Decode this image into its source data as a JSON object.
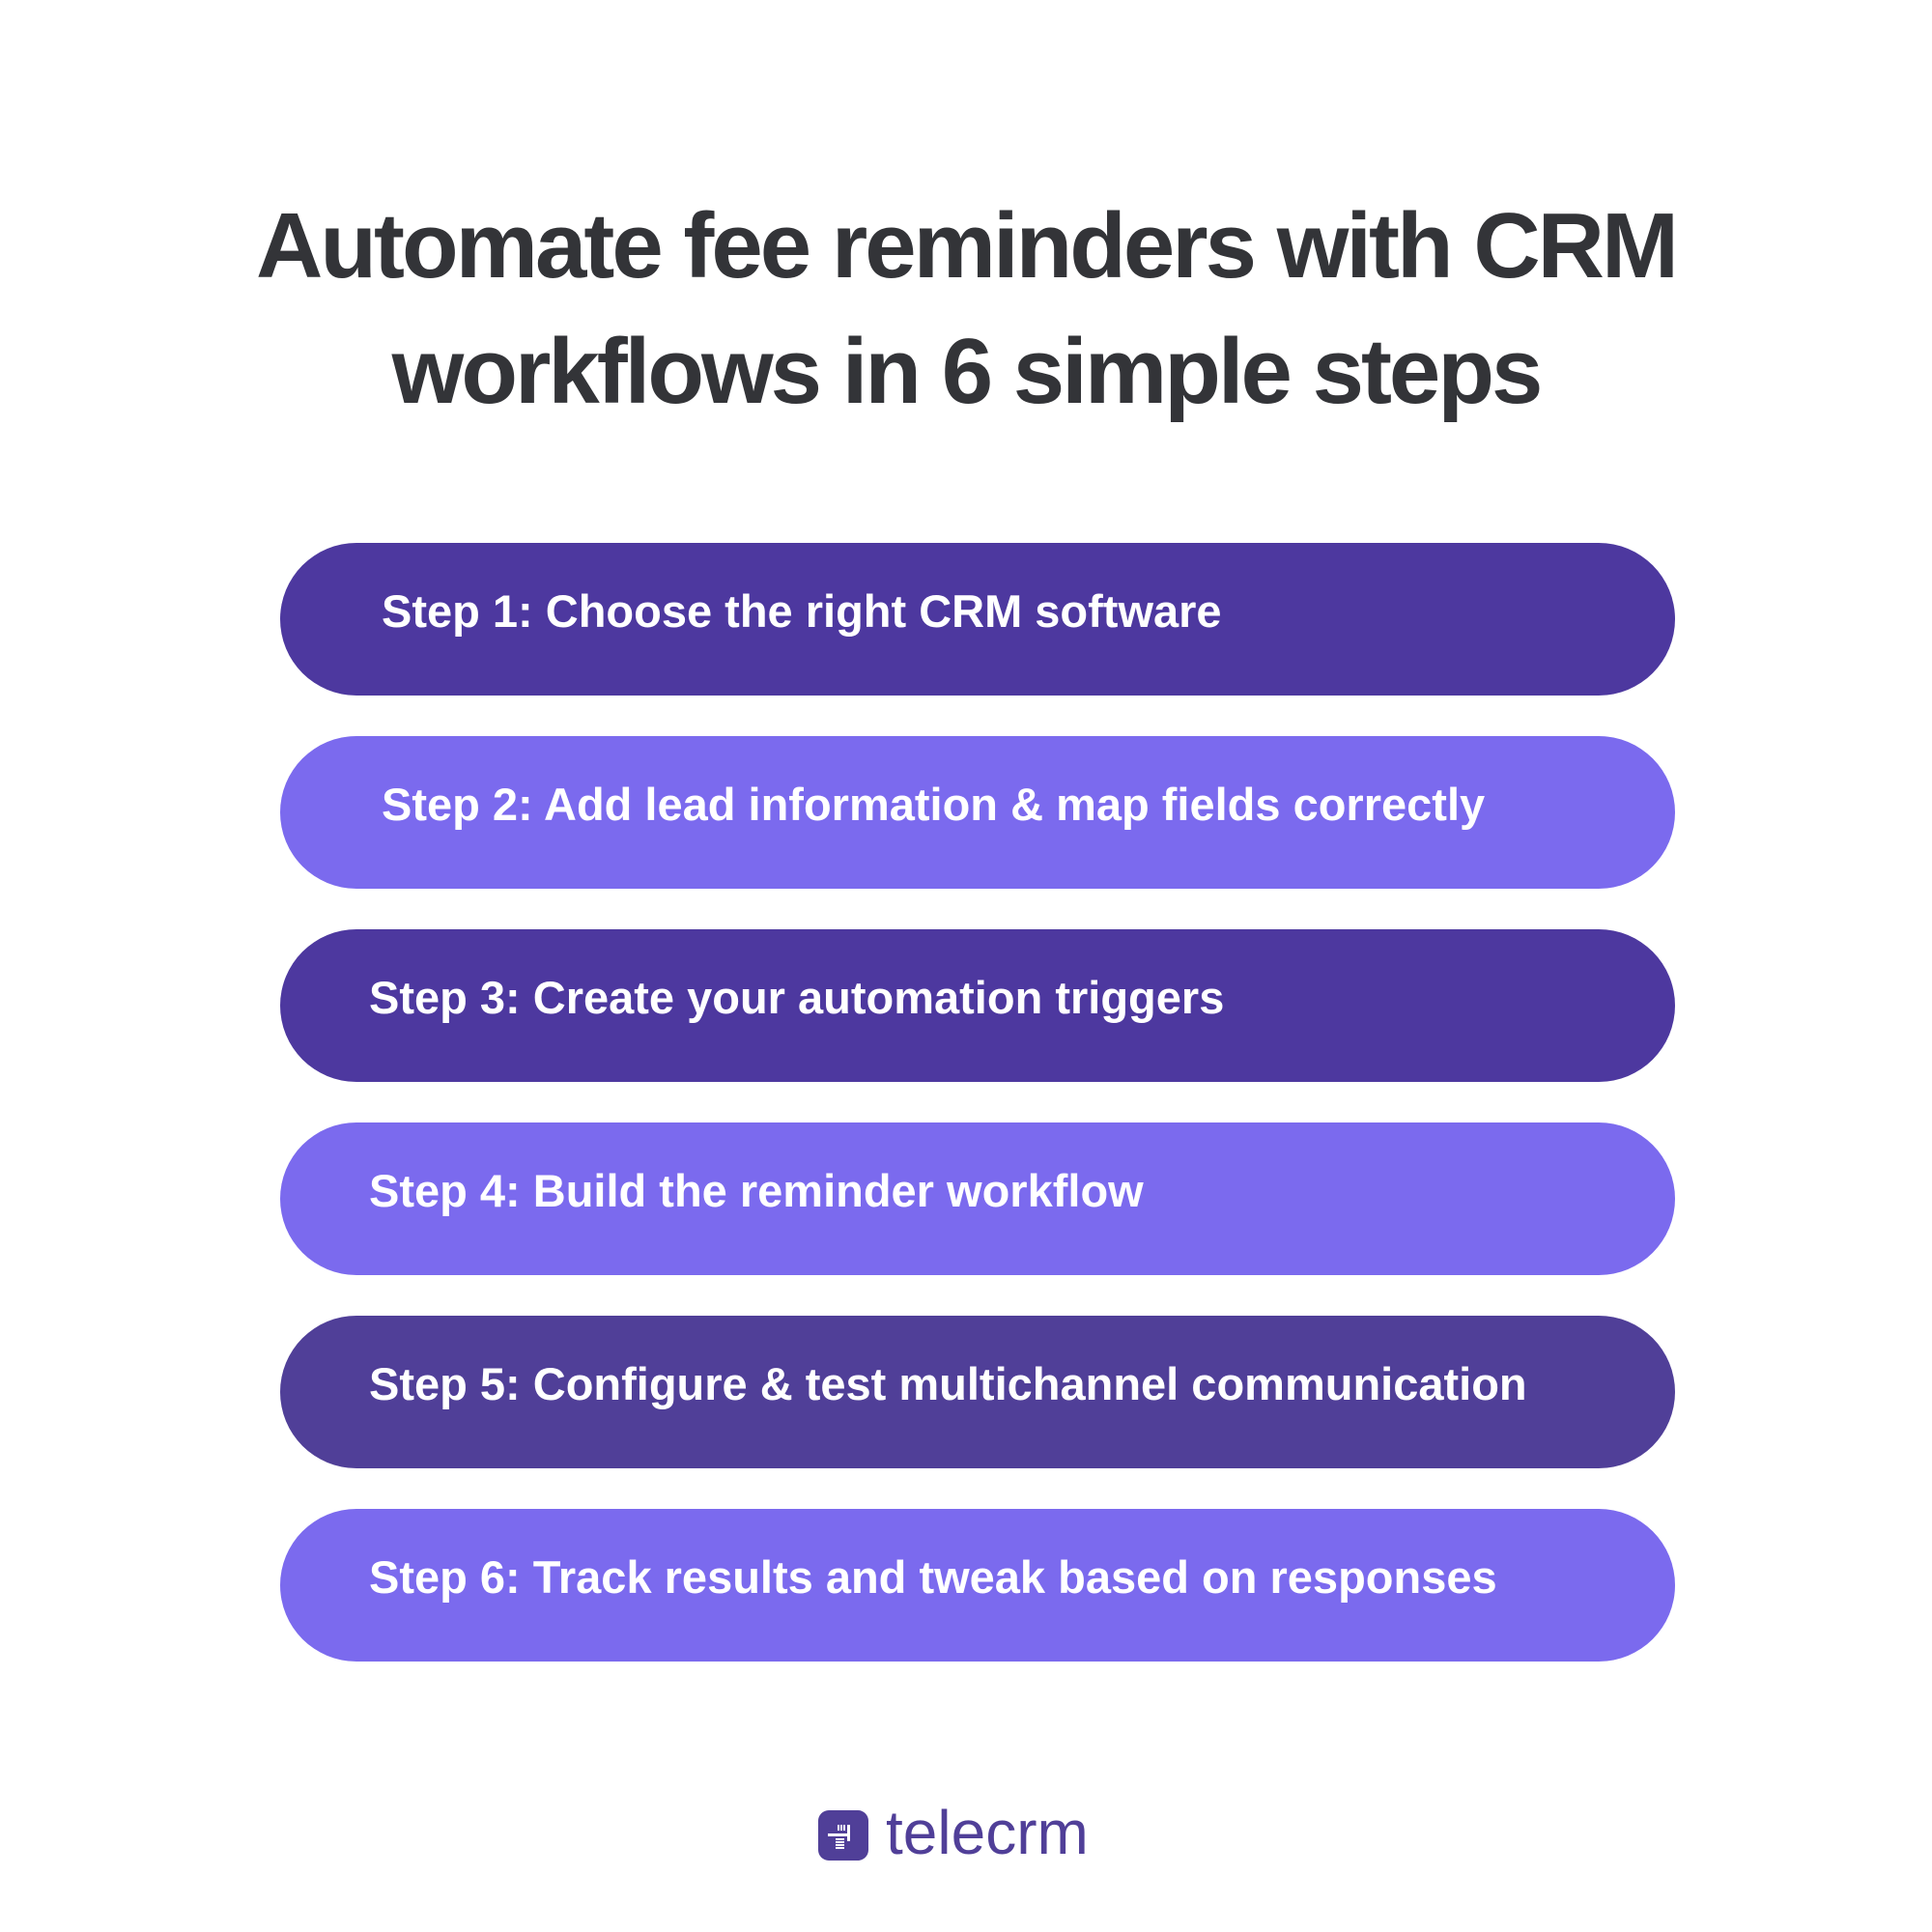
{
  "title": {
    "line1": "Automate fee reminders with CRM",
    "line2": "workflows in 6 simple steps"
  },
  "steps": [
    {
      "label": "Step 1: Choose the right CRM software",
      "color": "#4d389f"
    },
    {
      "label": "Step 2: Add lead information & map fields correctly",
      "color": "#7b6aee"
    },
    {
      "label": "Step 3: Create your automation triggers",
      "color": "#4d389f"
    },
    {
      "label": "Step 4: Build the reminder workflow",
      "color": "#7b6aee"
    },
    {
      "label": "Step 5: Configure & test multichannel communication",
      "color": "#503f98"
    },
    {
      "label": "Step 6: Track results and tweak based on responses",
      "color": "#7b6aee"
    }
  ],
  "brand": {
    "name": "telecrm",
    "icon": "telecrm-logo-icon",
    "color": "#503f98"
  }
}
